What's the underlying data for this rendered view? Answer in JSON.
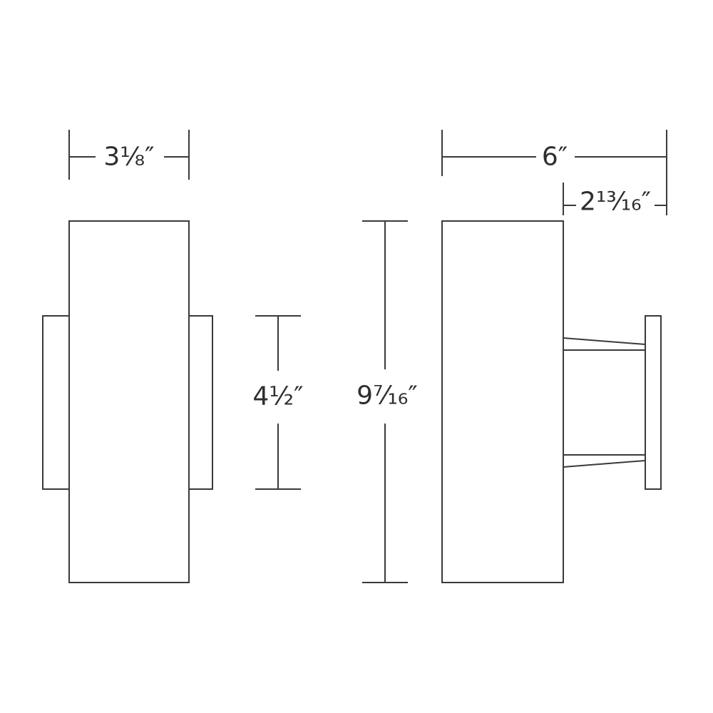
{
  "diagram": {
    "kind": "technical dimension drawing",
    "subject": "cylindrical up/down wall sconce — front and side elevations",
    "line_color": "#3a3a3a",
    "background_color": "#ffffff",
    "dimensions": {
      "front_width": {
        "label": "3⅛″",
        "inches": 3.125
      },
      "backplate_height": {
        "label": "4½″",
        "inches": 4.5
      },
      "overall_height": {
        "label": "9⁷⁄₁₆″",
        "inches": 9.4375
      },
      "side_depth": {
        "label": "6″",
        "inches": 6
      },
      "arm_projection": {
        "label": "2¹³⁄₁₆″",
        "inches": 2.8125
      }
    }
  }
}
